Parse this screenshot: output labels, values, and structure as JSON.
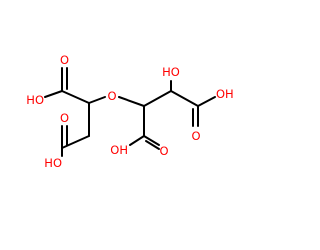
{
  "colors": {
    "bond": "#000000",
    "oxygen": "#ff0000"
  },
  "labels": {
    "acid1_oxo": "O",
    "acid1_oh": "HO",
    "acid2_oxo": "O",
    "acid2_oh": "HO",
    "ether_o": "O",
    "hydroxyl": "HO",
    "acid3_oh": "OH",
    "acid3_oxo": "O",
    "acid4_oh": "OH",
    "acid4_oxo": "O"
  }
}
